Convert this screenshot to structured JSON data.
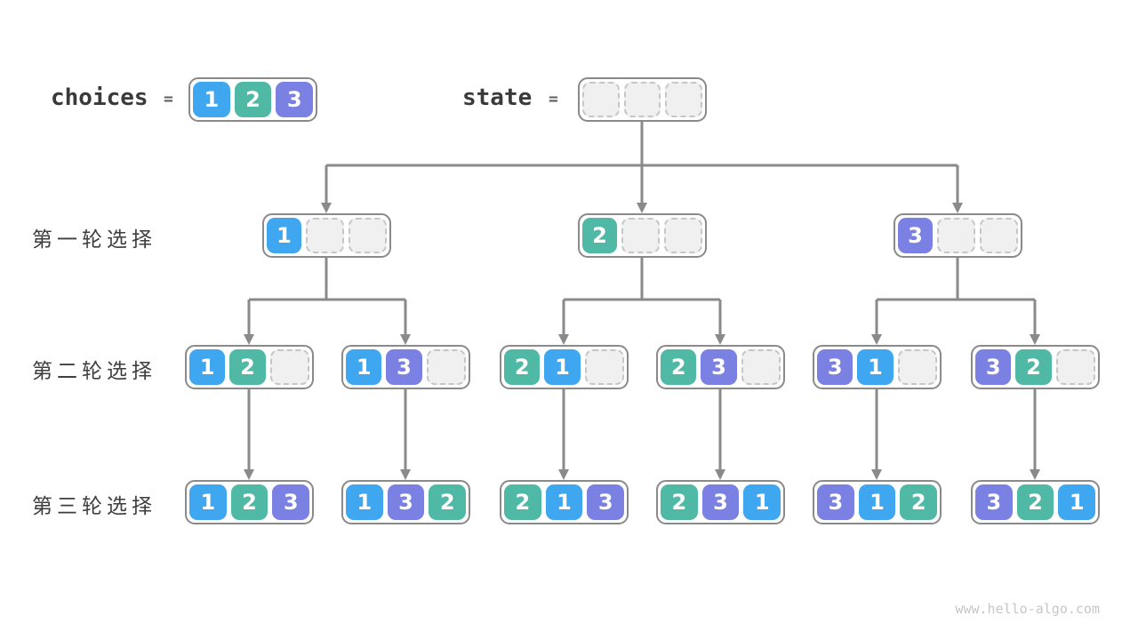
{
  "header": {
    "choices_label": "choices",
    "choices_equals": "=",
    "state_label": "state",
    "state_equals": "="
  },
  "choices_cells": [
    "1",
    "2",
    "3"
  ],
  "state_cells": [
    "",
    "",
    ""
  ],
  "round_labels": [
    "第一轮选择",
    "第二轮选择",
    "第三轮选择"
  ],
  "tree": {
    "round1": [
      [
        "1",
        "",
        ""
      ],
      [
        "2",
        "",
        ""
      ],
      [
        "3",
        "",
        ""
      ]
    ],
    "round2": [
      [
        "1",
        "2",
        ""
      ],
      [
        "1",
        "3",
        ""
      ],
      [
        "2",
        "1",
        ""
      ],
      [
        "2",
        "3",
        ""
      ],
      [
        "3",
        "1",
        ""
      ],
      [
        "3",
        "2",
        ""
      ]
    ],
    "round3": [
      [
        "1",
        "2",
        "3"
      ],
      [
        "1",
        "3",
        "2"
      ],
      [
        "2",
        "1",
        "3"
      ],
      [
        "2",
        "3",
        "1"
      ],
      [
        "3",
        "1",
        "2"
      ],
      [
        "3",
        "2",
        "1"
      ]
    ]
  },
  "colors": {
    "value1": "#3fa7f0",
    "value2": "#50b9a5",
    "value3": "#7b80e3",
    "empty": "#f0f0f0",
    "arrow": "#8a8a8a"
  },
  "watermark": "www.hello-algo.com"
}
